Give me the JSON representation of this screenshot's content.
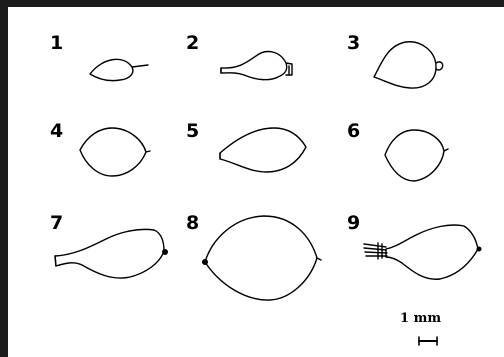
{
  "figure": {
    "labels": [
      "1",
      "2",
      "3",
      "4",
      "5",
      "6",
      "7",
      "8",
      "9"
    ],
    "scale_bar": {
      "label": "1 mm"
    },
    "colors": {
      "background": "#ffffff",
      "border": "#1c1c1c",
      "ink": "#000000"
    }
  }
}
